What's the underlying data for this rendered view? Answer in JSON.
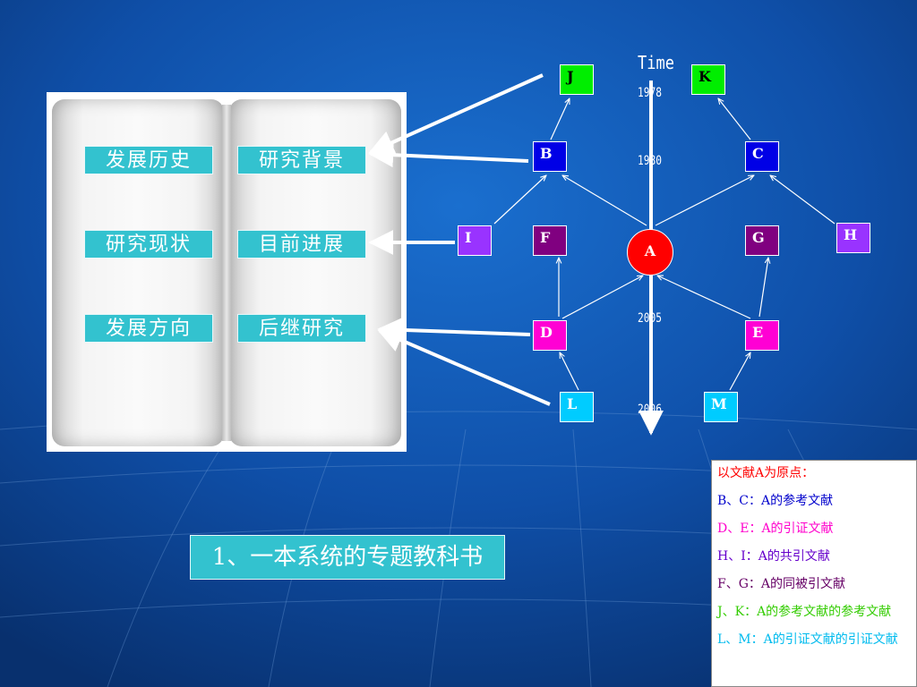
{
  "book": {
    "labels": [
      {
        "text": "发展历史"
      },
      {
        "text": "研究背景"
      },
      {
        "text": "研究现状"
      },
      {
        "text": "目前进展"
      },
      {
        "text": "发展方向"
      },
      {
        "text": "后继研究"
      }
    ],
    "title": "1、一本系统的专题教科书"
  },
  "timeline": {
    "title": "Time",
    "ticks": [
      "1978",
      "1980",
      "2005",
      "2006"
    ]
  },
  "nodes": {
    "A": {
      "label": "A",
      "color": "#ff0000"
    },
    "B": {
      "label": "B",
      "color": "#0000e6"
    },
    "C": {
      "label": "C",
      "color": "#0000e6"
    },
    "D": {
      "label": "D",
      "color": "#ff00d4"
    },
    "E": {
      "label": "E",
      "color": "#ff00d4"
    },
    "F": {
      "label": "F",
      "color": "#800080"
    },
    "G": {
      "label": "G",
      "color": "#800080"
    },
    "H": {
      "label": "H",
      "color": "#9933ff"
    },
    "I": {
      "label": "I",
      "color": "#9933ff"
    },
    "J": {
      "label": "J",
      "color": "#00ee00"
    },
    "K": {
      "label": "K",
      "color": "#00ee00"
    },
    "L": {
      "label": "L",
      "color": "#00ccff"
    },
    "M": {
      "label": "M",
      "color": "#00ccff"
    }
  },
  "legend": {
    "title": "以文献A为原点：",
    "items": [
      {
        "text": "B、C：A的参考文献",
        "color": "#0000cc"
      },
      {
        "text": "D、E：A的引证文献",
        "color": "#ff00cc"
      },
      {
        "text": "H、I：A的共引文献",
        "color": "#6600cc"
      },
      {
        "text": "F、G：A的同被引文献",
        "color": "#660066"
      },
      {
        "text": "J、K：A的参考文献的参考文献",
        "color": "#33cc00"
      },
      {
        "text": "L、M：A的引证文献的引证文献",
        "color": "#00bbee"
      }
    ],
    "title_color": "#ff0000"
  }
}
